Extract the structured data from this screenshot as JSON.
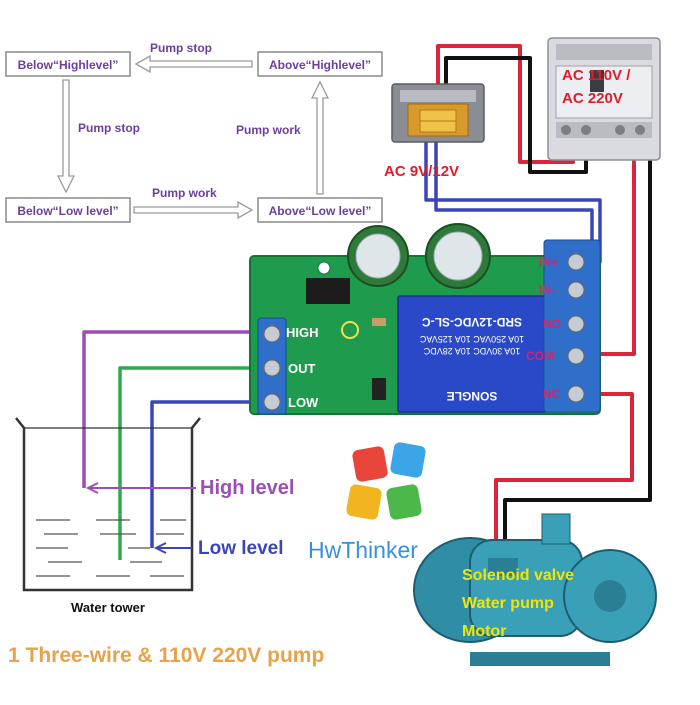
{
  "flowchart": {
    "box_below_high": "Below“Highlevel”",
    "box_above_high": "Above“Highlevel”",
    "box_below_low": "Below“Low level”",
    "box_above_low": "Above“Low level”",
    "arrow_top": "Pump stop",
    "arrow_left": "Pump stop",
    "arrow_right": "Pump work",
    "arrow_bottom": "Pump work"
  },
  "power": {
    "breaker_label_1": "AC 110V /",
    "breaker_label_2": "AC 220V",
    "transformer_label": "AC 9V/12V"
  },
  "board": {
    "left_terminals": [
      "HIGH",
      "OUT",
      "LOW"
    ],
    "right_terminals": [
      "IN+",
      "IN-",
      "NO",
      "COM",
      "NC"
    ],
    "relay_brand": "SONGLE",
    "relay_model": "SRD-12VDC-SL-C",
    "relay_rating_1": "10A 250VAC  10A 125VAC",
    "relay_rating_2": "10A 30VDC  10A 28VDC"
  },
  "tank": {
    "high_label": "High level",
    "low_label": "Low level",
    "caption": "Water tower"
  },
  "pump": {
    "line1": "Solenoid valve",
    "line2": "Water pump",
    "line3": "Motor"
  },
  "brand": {
    "name": "HwThinker"
  },
  "footer": {
    "title": "1 Three-wire & 110V 220V pump"
  },
  "colors": {
    "flow_text": "#6b3f9c",
    "wire_red": "#d9263a",
    "wire_black": "#111111",
    "wire_blue": "#3a46b8",
    "wire_purple": "#9b4fb5",
    "wire_green": "#2fa84f",
    "pcb_green": "#1f9b4d",
    "relay_blue": "#2a49c9",
    "terminal_blue": "#2f6fc9",
    "footer_orange": "#e8a24a",
    "pump_yellow": "#f2e600"
  }
}
